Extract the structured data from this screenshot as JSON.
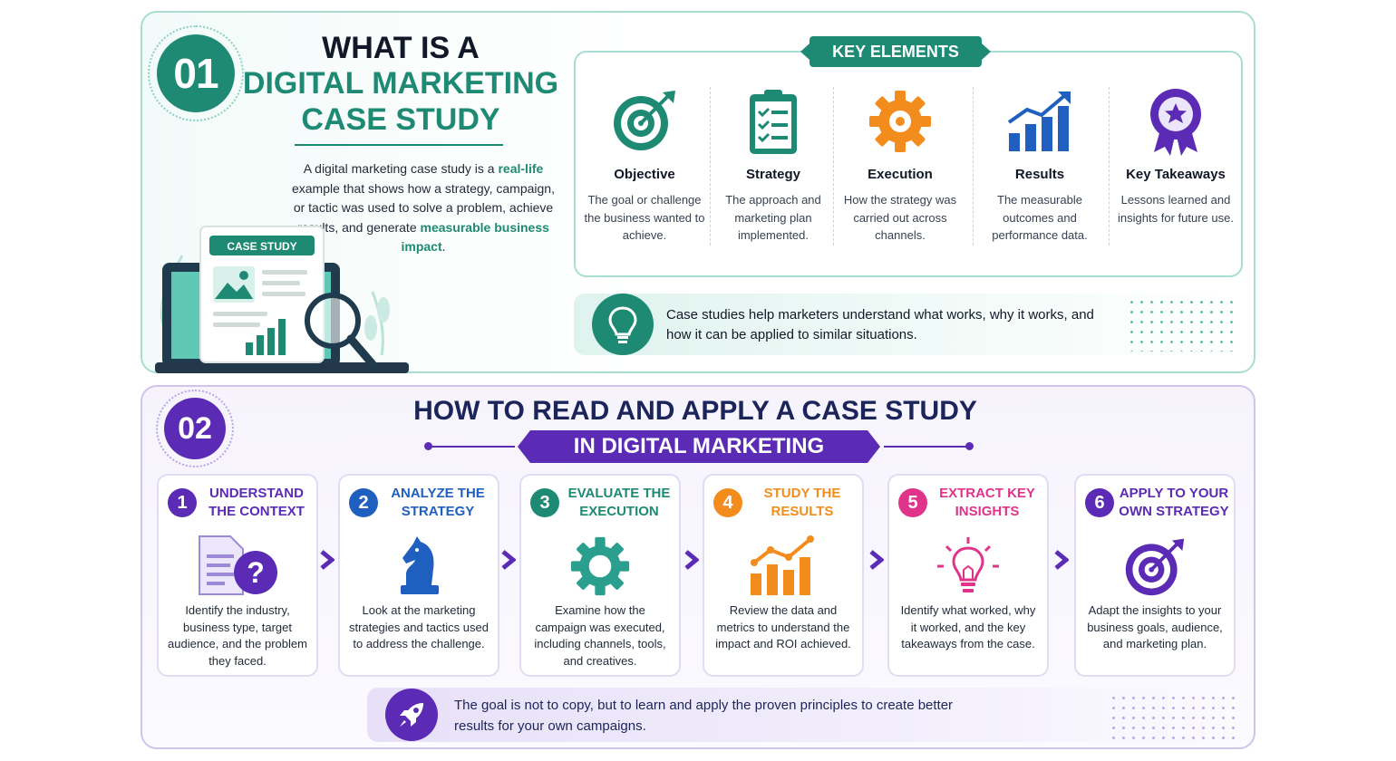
{
  "section1": {
    "number": "01",
    "title_line1": "WHAT IS A",
    "title_line2": "DIGITAL MARKETING",
    "title_line3": "CASE STUDY",
    "intro_part1": "A digital marketing case study is a ",
    "intro_highlight1": "real-life",
    "intro_part2": " example that shows how a strategy, campaign, or tactic was used to solve a problem, achieve results, and generate ",
    "intro_highlight2": "measurable business impact",
    "intro_part3": ".",
    "illustration_label": "CASE STUDY",
    "key_elements_title": "KEY ELEMENTS",
    "key_elements": [
      {
        "title": "Objective",
        "desc": "The goal or challenge the business wanted to achieve.",
        "icon": "target-icon"
      },
      {
        "title": "Strategy",
        "desc": "The approach and marketing plan implemented.",
        "icon": "clipboard-checklist-icon"
      },
      {
        "title": "Execution",
        "desc": "How the strategy was carried out across channels.",
        "icon": "gear-icon"
      },
      {
        "title": "Results",
        "desc": "The measurable outcomes and performance data.",
        "icon": "growth-chart-icon"
      },
      {
        "title": "Key Takeaways",
        "desc": "Lessons learned and insights for future use.",
        "icon": "award-ribbon-icon"
      }
    ],
    "tip": "Case studies help marketers understand what works, why it works, and how it can be applied to similar situations."
  },
  "section2": {
    "number": "02",
    "title": "HOW TO READ AND APPLY A CASE STUDY",
    "subtitle": "IN DIGITAL MARKETING",
    "steps": [
      {
        "num": "1",
        "title": "UNDERSTAND THE CONTEXT",
        "desc": "Identify the industry, business type, target audience, and the problem they faced.",
        "color": "#5b2bb5",
        "icon": "document-question-icon"
      },
      {
        "num": "2",
        "title": "ANALYZE THE STRATEGY",
        "desc": "Look at the marketing strategies and tactics used to address the challenge.",
        "color": "#1f5fbf",
        "icon": "chess-knight-icon"
      },
      {
        "num": "3",
        "title": "EVALUATE THE EXECUTION",
        "desc": "Examine how the campaign was executed, including channels, tools, and creatives.",
        "color": "#1e8a73",
        "icon": "gear-icon"
      },
      {
        "num": "4",
        "title": "STUDY THE RESULTS",
        "desc": "Review the data and metrics to understand the impact and ROI achieved.",
        "color": "#f28c1c",
        "icon": "bar-chart-icon"
      },
      {
        "num": "5",
        "title": "EXTRACT KEY INSIGHTS",
        "desc": "Identify what worked, why it worked, and the key takeaways from the case.",
        "color": "#e0338a",
        "icon": "lightbulb-icon"
      },
      {
        "num": "6",
        "title": "APPLY TO YOUR OWN STRATEGY",
        "desc": "Adapt the insights to your business goals, audience, and marketing plan.",
        "color": "#5b2bb5",
        "icon": "target-icon"
      }
    ],
    "tip": "The goal is not to copy, but to learn and apply the proven principles to create better results for your own campaigns."
  },
  "colors": {
    "teal": "#1e8a73",
    "purple": "#5b2bb5",
    "navy": "#1b2559",
    "orange": "#f28c1c",
    "pink": "#e0338a",
    "blue": "#1f5fbf"
  }
}
